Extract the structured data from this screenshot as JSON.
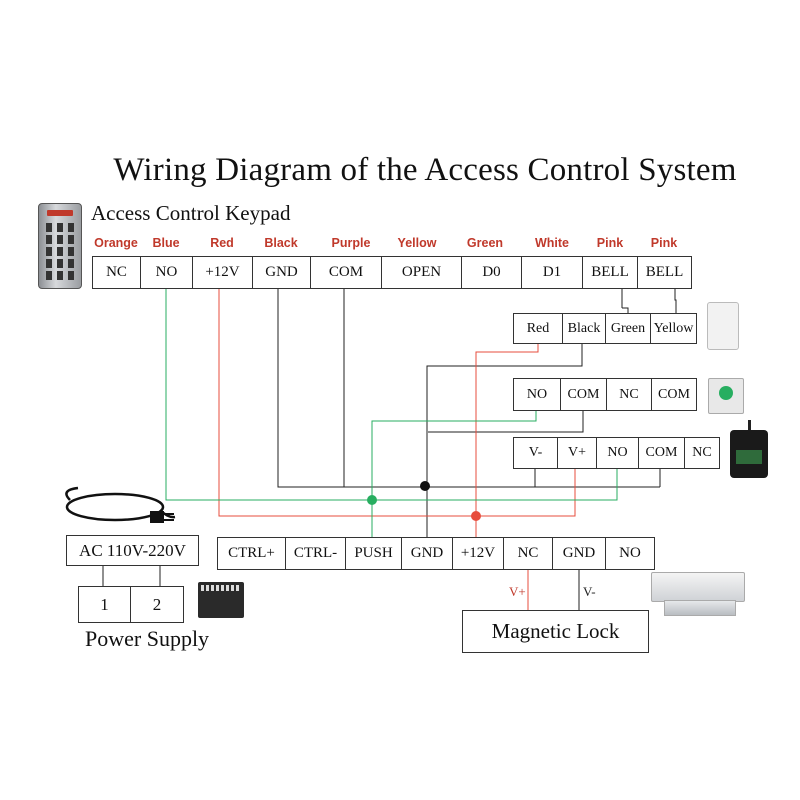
{
  "title": "Wiring Diagram of the Access Control System",
  "keypad": {
    "label": "Access Control Keypad",
    "wire_colors": [
      "Orange",
      "Blue",
      "Red",
      "Black",
      "Purple",
      "Yellow",
      "Green",
      "White",
      "Pink",
      "Pink"
    ],
    "terminals": [
      "NC",
      "NO",
      "+12V",
      "GND",
      "COM",
      "OPEN",
      "D0",
      "D1",
      "BELL",
      "BELL"
    ]
  },
  "doorbell": {
    "terminals": [
      "Red",
      "Black",
      "Green",
      "Yellow"
    ]
  },
  "exit_button": {
    "terminals": [
      "NO",
      "COM",
      "NC",
      "COM"
    ]
  },
  "remote_receiver": {
    "terminals": [
      "V-",
      "V+",
      "NO",
      "COM",
      "NC"
    ]
  },
  "controller": {
    "terminals": [
      "CTRL+",
      "CTRL-",
      "PUSH",
      "GND",
      "+12V",
      "NC",
      "GND",
      "NO"
    ]
  },
  "power": {
    "ac_label": "AC 110V-220V",
    "terminals": [
      "1",
      "2"
    ],
    "caption": "Power Supply"
  },
  "lock": {
    "vplus": "V+",
    "vminus": "V-",
    "caption": "Magnetic Lock"
  },
  "colors": {
    "red_wire": "#e74c3c",
    "green_wire": "#27ae60",
    "black_wire": "#222222",
    "label_red": "#c0392b"
  }
}
